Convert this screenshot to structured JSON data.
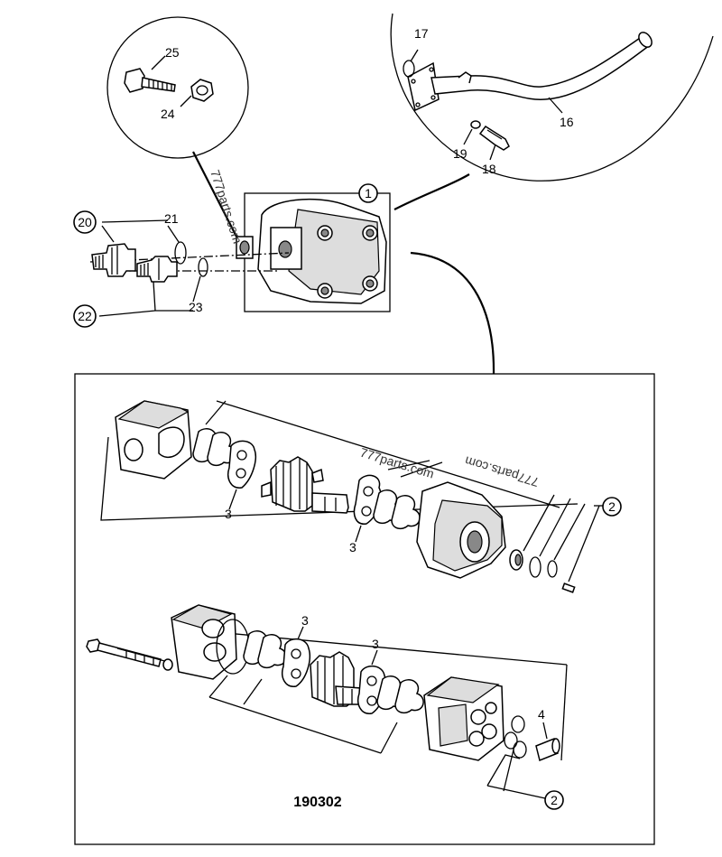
{
  "figure_code": "190302",
  "watermark": "777parts.com",
  "callouts": {
    "c1": "1",
    "c2a": "2",
    "c2b": "2",
    "c3a": "3",
    "c3b": "3",
    "c3c": "3",
    "c3d": "3",
    "c4": "4",
    "c16": "16",
    "c17": "17",
    "c18": "18",
    "c19": "19",
    "c20": "20",
    "c21": "21",
    "c22": "22",
    "c23": "23",
    "c24": "24",
    "c25": "25"
  }
}
